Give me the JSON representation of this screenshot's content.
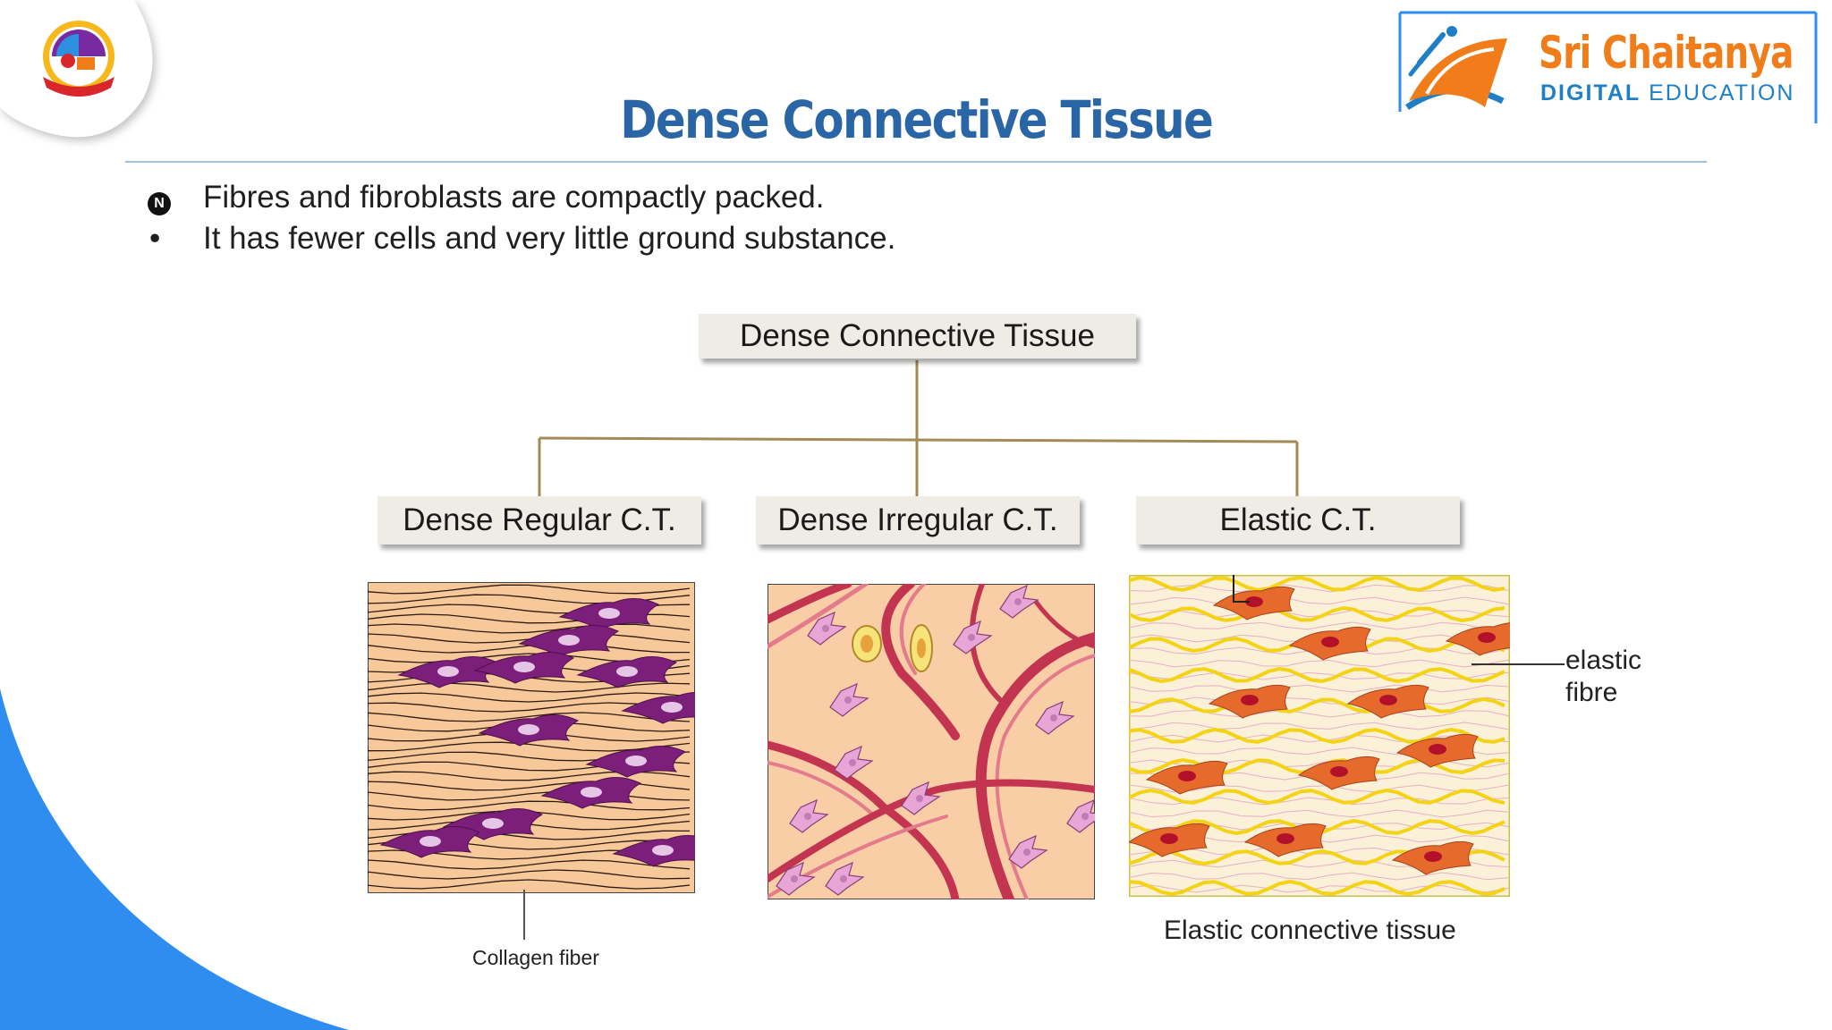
{
  "slide": {
    "title": "Dense Connective Tissue",
    "bullets": [
      {
        "marker": "N",
        "text": "Fibres and fibroblasts are compactly packed."
      },
      {
        "marker": "•",
        "text": "It has fewer cells and very little ground substance."
      }
    ]
  },
  "brand": {
    "name": "Sri Chaitanya",
    "subtitle_bold": "DIGITAL",
    "subtitle_rest": "EDUCATION",
    "name_color": "#f07c1a",
    "subtitle_color": "#1f7fc6"
  },
  "diagram": {
    "root": "Dense Connective Tissue",
    "children": [
      "Dense Regular C.T.",
      "Dense Irregular C.T.",
      "Elastic C.T."
    ],
    "connector_color": "#a38a55"
  },
  "images": {
    "regular_caption": "Collagen fiber",
    "elastic_label_line1": "elastic",
    "elastic_label_line2": "fibre",
    "elastic_caption": "Elastic connective tissue"
  },
  "colors": {
    "title": "#2a66a5",
    "accent_blue": "#2f8df0",
    "regular_bg": "#f7c99a",
    "regular_cell": "#7c1f7a",
    "irregular_bg": "#f9cda5",
    "irregular_fiber": "#c2344f",
    "elastic_bg": "#fbf1d9",
    "elastic_fibre": "#f3d313",
    "elastic_cell": "#e56a2c"
  }
}
